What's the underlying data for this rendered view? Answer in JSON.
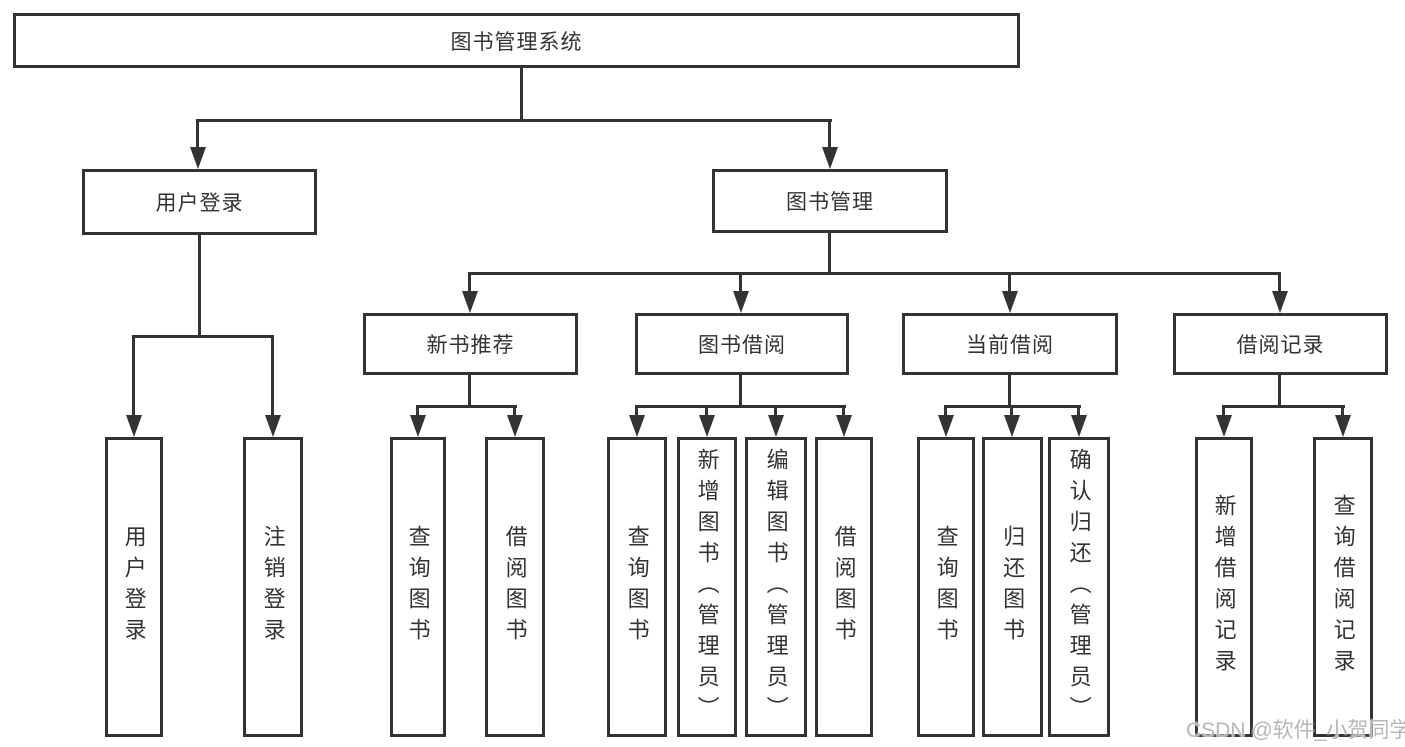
{
  "diagram": {
    "root": {
      "label": "图书管理系统"
    },
    "branches": [
      {
        "label": "用户登录",
        "children": [
          "用户登录",
          "注销登录"
        ]
      },
      {
        "label": "图书管理",
        "children": [
          {
            "label": "新书推荐",
            "children": [
              "查询图书",
              "借阅图书"
            ]
          },
          {
            "label": "图书借阅",
            "children": [
              "查询图书",
              "新增图书（管理员）",
              "编辑图书（管理员）",
              "借阅图书"
            ]
          },
          {
            "label": "当前借阅",
            "children": [
              "查询图书",
              "归还图书",
              "确认归还（管理员）"
            ]
          },
          {
            "label": "借阅记录",
            "children": [
              "新增借阅记录",
              "查询借阅记录"
            ]
          }
        ]
      }
    ]
  },
  "watermark": {
    "text": "CSDN @软件_小贺同学"
  },
  "colors": {
    "line": "#333333",
    "box_border": "#333333",
    "text": "#333333",
    "watermark": "#b7b7b7",
    "background": "#ffffff"
  }
}
